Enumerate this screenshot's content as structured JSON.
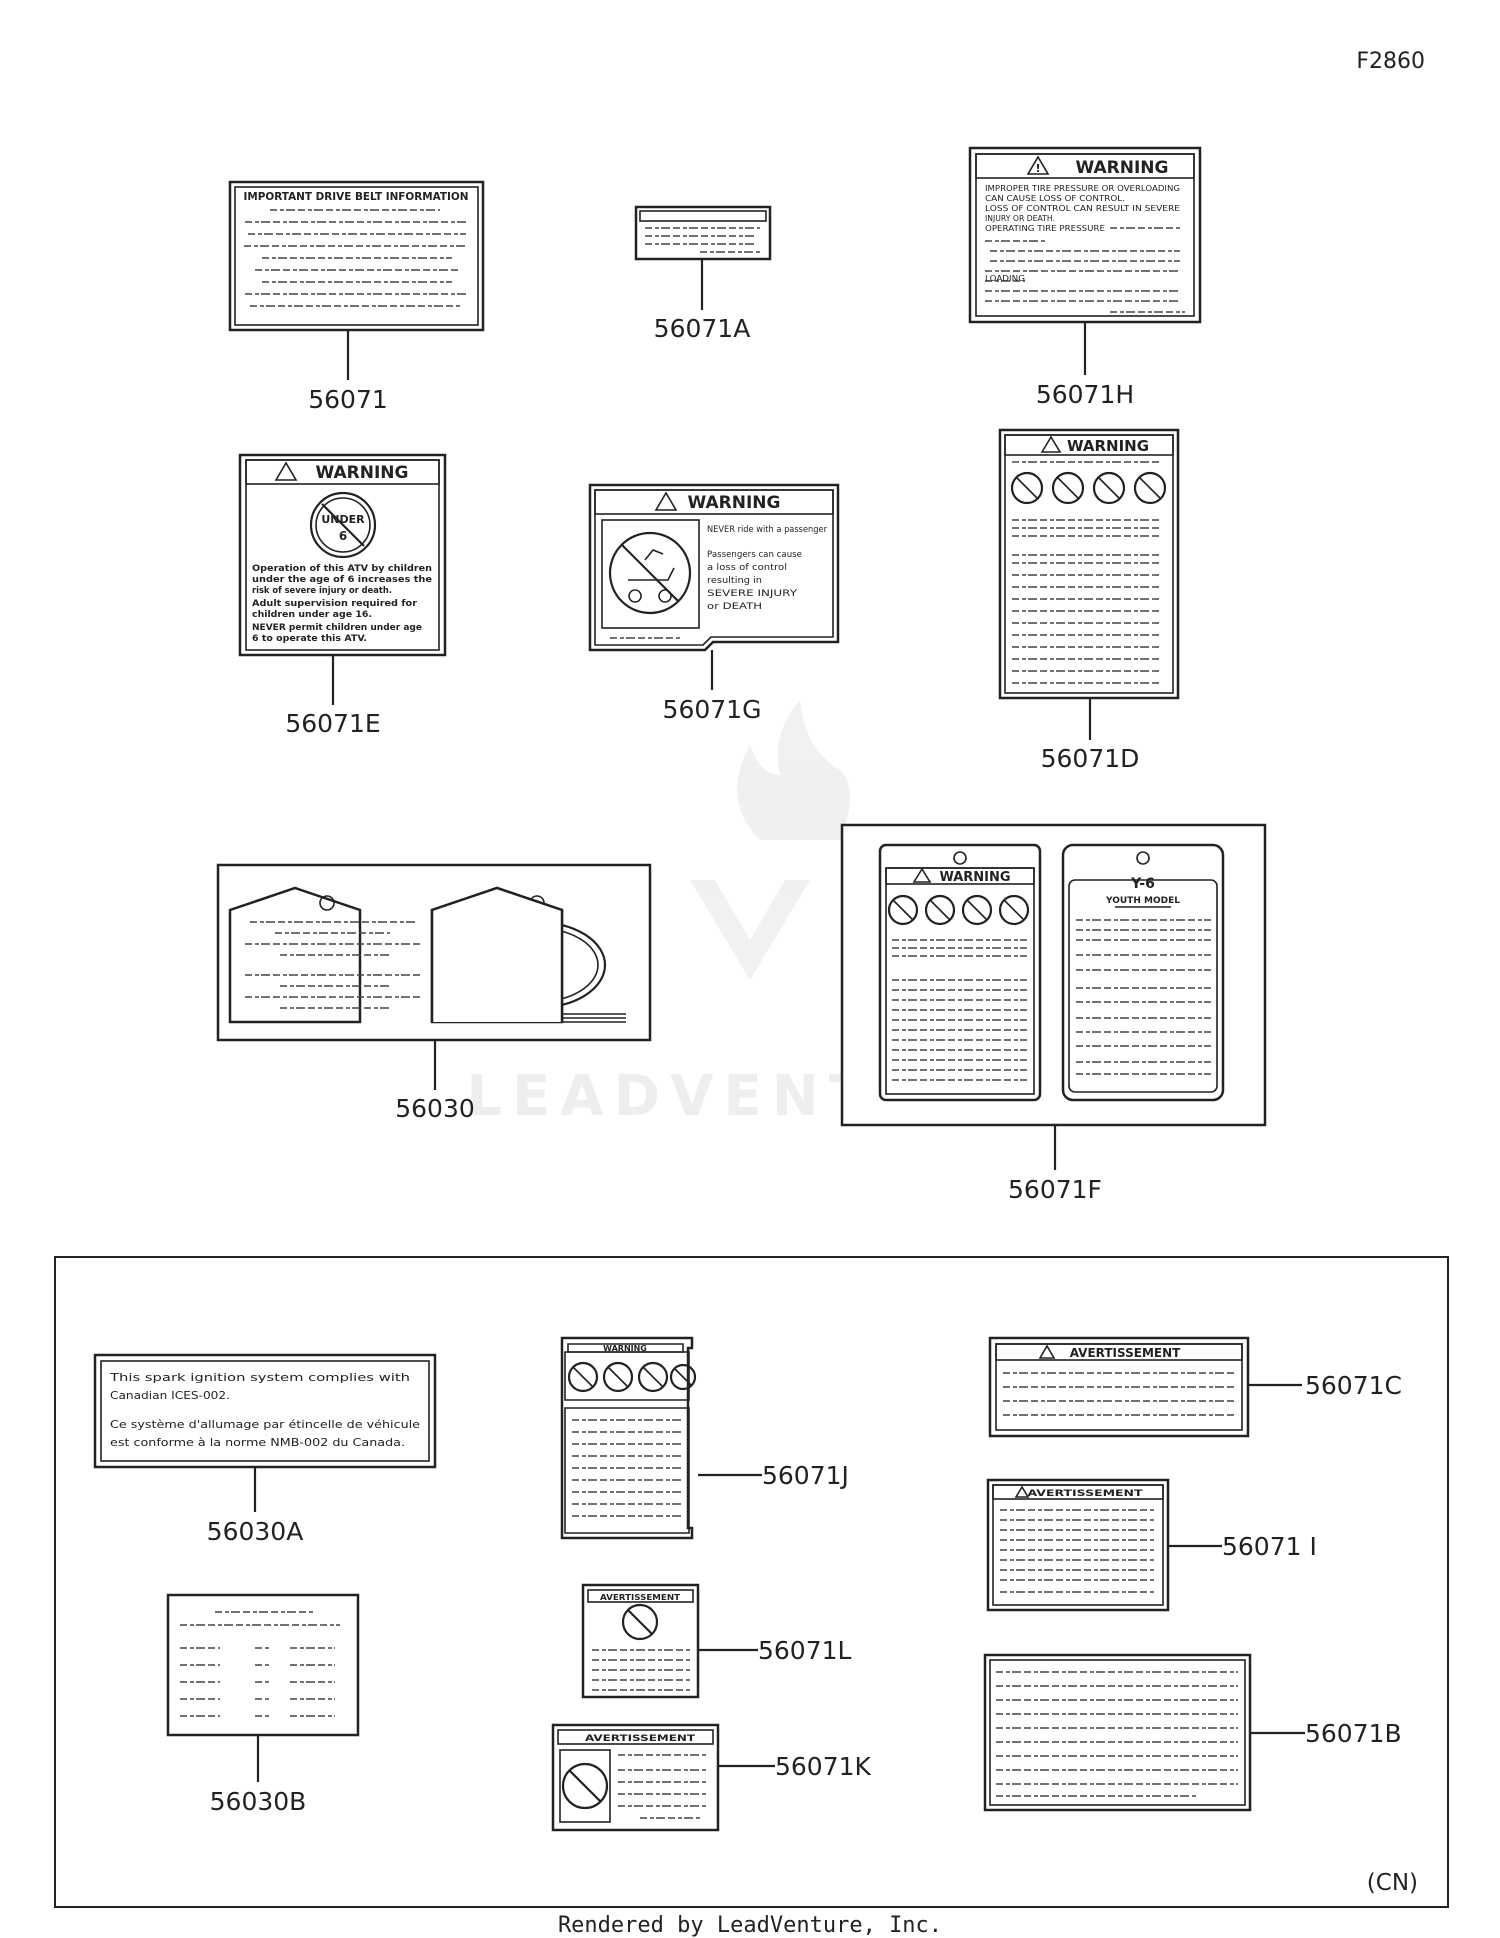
{
  "diagram_code": "F2860",
  "region_code": "(CN)",
  "footer": "Rendered by LeadVenture, Inc.",
  "watermark": "LEADVENTURE",
  "parts": {
    "p56071": "56071",
    "p56071A": "56071A",
    "p56071H": "56071H",
    "p56071E": "56071E",
    "p56071G": "56071G",
    "p56071D": "56071D",
    "p56030": "56030",
    "p56071F": "56071F",
    "p56030A": "56030A",
    "p56030B": "56030B",
    "p56071J": "56071J",
    "p56071L": "56071L",
    "p56071K": "56071K",
    "p56071C": "56071C",
    "p56071I": "56071 I",
    "p56071B": "56071B"
  },
  "label_text": {
    "warning": "WARNING",
    "avertissement": "AVERTISSEMENT",
    "drive_belt_title": "IMPORTANT DRIVE BELT INFORMATION",
    "under": "UNDER",
    "under_age": "6",
    "e_l1": "Operation of this ATV by children",
    "e_l2": "under the age of 6 increases the",
    "e_l3": "risk of severe injury or death.",
    "e_l4": "Adult supervision required for",
    "e_l5": "children under age 16.",
    "e_l6": "NEVER permit children under age",
    "e_l7": "6 to operate this ATV.",
    "g_l1": "NEVER ride with a passenger",
    "g_l2": "Passengers can cause",
    "g_l3": "a loss of control",
    "g_l4": "resulting in",
    "g_l5": "SEVERE INJURY",
    "g_l6": "or DEATH",
    "h_l1": "IMPROPER TIRE PRESSURE OR OVERLOADING",
    "h_l2": "CAN CAUSE LOSS OF CONTROL.",
    "h_l3": "LOSS OF CONTROL CAN RESULT IN SEVERE",
    "h_l4": "INJURY OR DEATH.",
    "h_l5": "OPERATING TIRE PRESSURE",
    "h_l6": "LOADING",
    "y6": "Y-6",
    "youth_model": "YOUTH MODEL",
    "a30_l1": "This spark ignition system complies with",
    "a30_l2": "Canadian ICES-002.",
    "a30_l3": "Ce système d'allumage par étincelle de véhicule",
    "a30_l4": "est conforme à la norme NMB-002 du Canada."
  }
}
